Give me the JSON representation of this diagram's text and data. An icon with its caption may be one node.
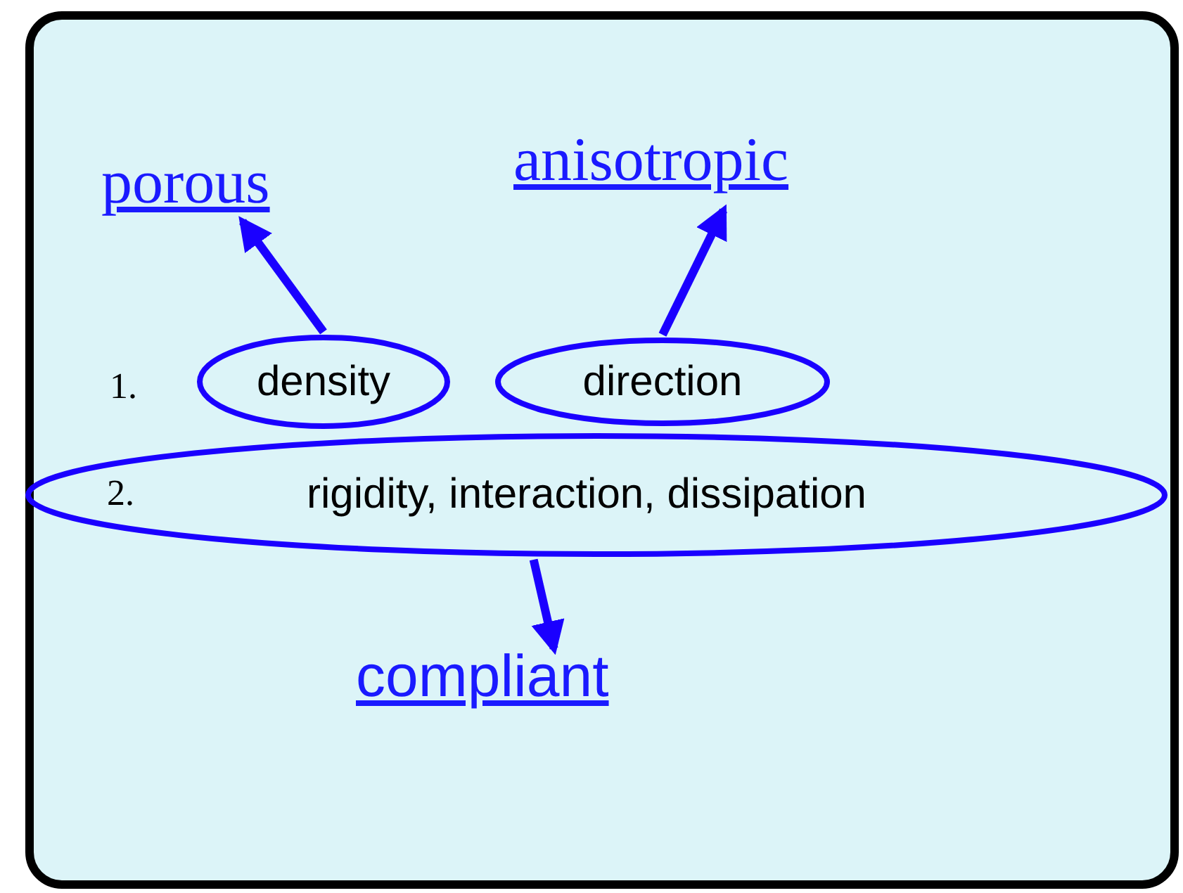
{
  "diagram": {
    "nodes": [
      {
        "text": [
          "porous"
        ]
      },
      {
        "text": [
          "anisotropic"
        ]
      },
      {
        "text": [
          "density"
        ]
      },
      {
        "text": [
          "direction"
        ]
      },
      {
        "text": [
          "2.",
          "rigidity, interaction, dissipation"
        ]
      },
      {
        "text": [
          "compliant"
        ]
      }
    ],
    "edges": [
      {
        "from": 2,
        "to": 0,
        "arrow": "to"
      },
      {
        "from": 3,
        "to": 1,
        "arrow": "to"
      },
      {
        "from": 4,
        "to": 5,
        "arrow": "to"
      }
    ],
    "labels": [
      "1."
    ]
  }
}
